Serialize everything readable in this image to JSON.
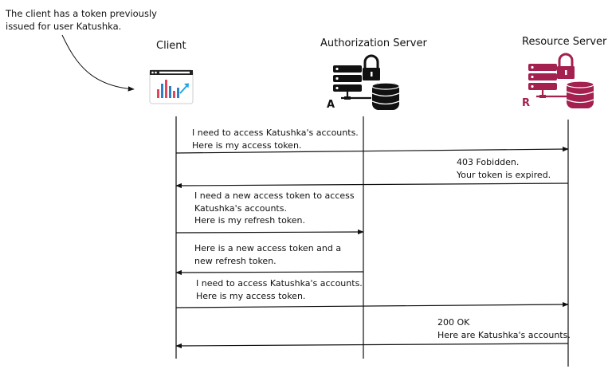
{
  "note": {
    "line1": "The client has a token previously",
    "line2": "issued for user Katushka."
  },
  "actors": {
    "client": {
      "label": "Client",
      "icon": "browser-chart-icon"
    },
    "auth": {
      "label": "Authorization Server",
      "icon": "locked-server-database-icon",
      "badge": "A"
    },
    "resource": {
      "label": "Resource Server",
      "icon": "locked-server-database-icon",
      "badge": "R"
    }
  },
  "colors": {
    "auth_icon": "#111111",
    "resource_icon": "#a3204f",
    "line": "#111111"
  },
  "messages": [
    {
      "lines": [
        "I need to access Katushka's accounts.",
        "Here is my access token."
      ]
    },
    {
      "lines": [
        "403 Fobidden.",
        "Your token is expired."
      ]
    },
    {
      "lines": [
        "I need a new access token to access",
        "Katushka's accounts.",
        "Here is my refresh token."
      ]
    },
    {
      "lines": [
        "Here is a new access token and a",
        "new refresh token."
      ]
    },
    {
      "lines": [
        "I need to access Katushka's accounts.",
        "Here is my access token."
      ]
    },
    {
      "lines": [
        "200 OK",
        "Here are Katushka's accounts."
      ]
    }
  ]
}
